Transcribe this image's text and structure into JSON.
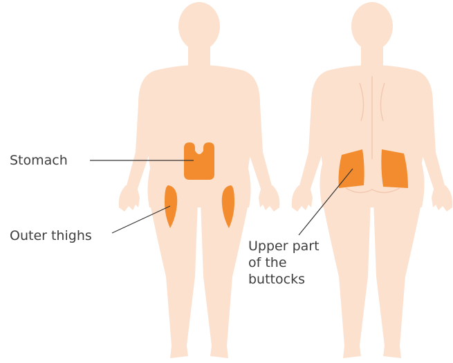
{
  "labels": {
    "stomach": "Stomach",
    "outer_thighs": "Outer thighs",
    "buttocks_line1": "Upper part",
    "buttocks_line2": "of the",
    "buttocks_line3": "buttocks"
  },
  "colors": {
    "skin": "#fce1cf",
    "skin_shadow": "#f2c9b0",
    "injection_site": "#f28c2f",
    "leader_line": "#333333",
    "text": "#3d3d3d"
  }
}
